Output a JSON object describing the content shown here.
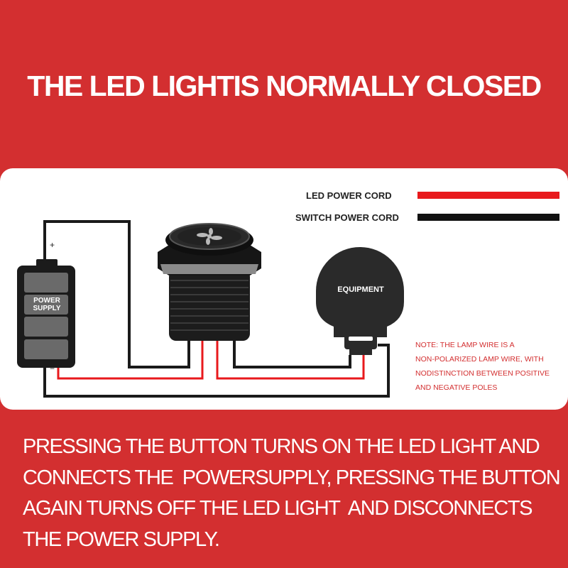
{
  "title": "THE LED LIGHTIS NORMALLY CLOSED",
  "legend": {
    "led_cord_label": "LED POWER CORD",
    "led_cord_color": "#e8191c",
    "switch_cord_label": "SWITCH POWER CORD",
    "switch_cord_color": "#111111"
  },
  "battery": {
    "label_line1": "POWER",
    "label_line2": "SUPPLY",
    "positive": "+",
    "negative": "−"
  },
  "equipment": {
    "label": "EQUIPMENT"
  },
  "note": {
    "lines": [
      "NOTE: THE LAMP WIRE IS A",
      "NON-POLARIZED LAMP WIRE, WITH",
      "NODISTINCTION BETWEEN POSITIVE",
      "AND NEGATIVE POLES"
    ]
  },
  "description": {
    "lines": [
      "PRESSING THE BUTTON TURNS ON THE LED LIGHT AND",
      "CONNECTS THE  POWERSUPPLY, PRESSING THE BUTTON",
      "AGAIN TURNS OFF THE LED LIGHT  AND DISCONNECTS",
      "THE POWER SUPPLY."
    ]
  },
  "colors": {
    "background": "#d32f30",
    "panel": "#ffffff",
    "note_text": "#d32f30"
  }
}
